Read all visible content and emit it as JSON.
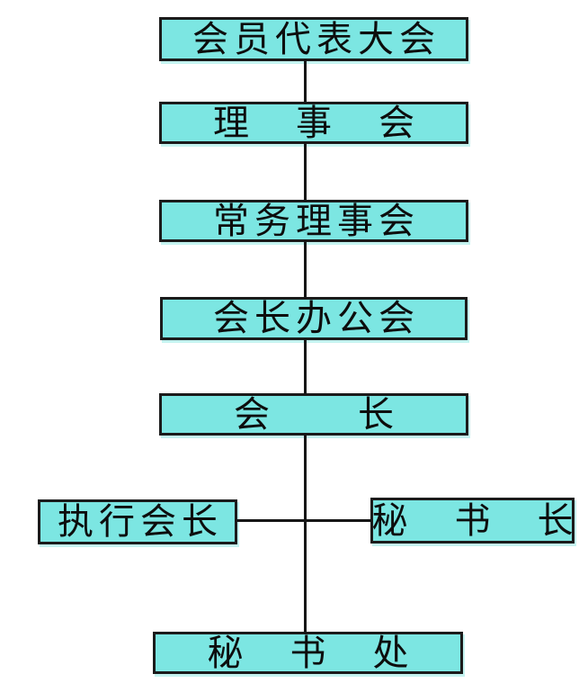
{
  "diagram": {
    "type": "org-chart",
    "background_color": "#ffffff",
    "box_fill_color": "#7ce6e2",
    "box_border_color": "#1b1b1b",
    "connector_color": "#161616",
    "text_color": "#0d0d0d",
    "nodes": [
      {
        "id": "member-congress",
        "label": "会员代表大会",
        "level": 1
      },
      {
        "id": "council",
        "label": "理　事　会",
        "level": 2
      },
      {
        "id": "standing-council",
        "label": "常务理事会",
        "level": 3
      },
      {
        "id": "president-office-meeting",
        "label": "会长办公会",
        "level": 4
      },
      {
        "id": "president",
        "label": "会　　长",
        "level": 5
      },
      {
        "id": "executive-president",
        "label": "执行会长",
        "level": 6
      },
      {
        "id": "secretary-general",
        "label": "秘　书　长",
        "level": 6
      },
      {
        "id": "secretariat",
        "label": "秘　书　处",
        "level": 7
      }
    ],
    "edges": [
      {
        "from": "member-congress",
        "to": "council"
      },
      {
        "from": "council",
        "to": "standing-council"
      },
      {
        "from": "standing-council",
        "to": "president-office-meeting"
      },
      {
        "from": "president-office-meeting",
        "to": "president"
      },
      {
        "from": "president",
        "to": "executive-president"
      },
      {
        "from": "president",
        "to": "secretary-general"
      },
      {
        "from": "president",
        "to": "secretariat"
      }
    ]
  }
}
